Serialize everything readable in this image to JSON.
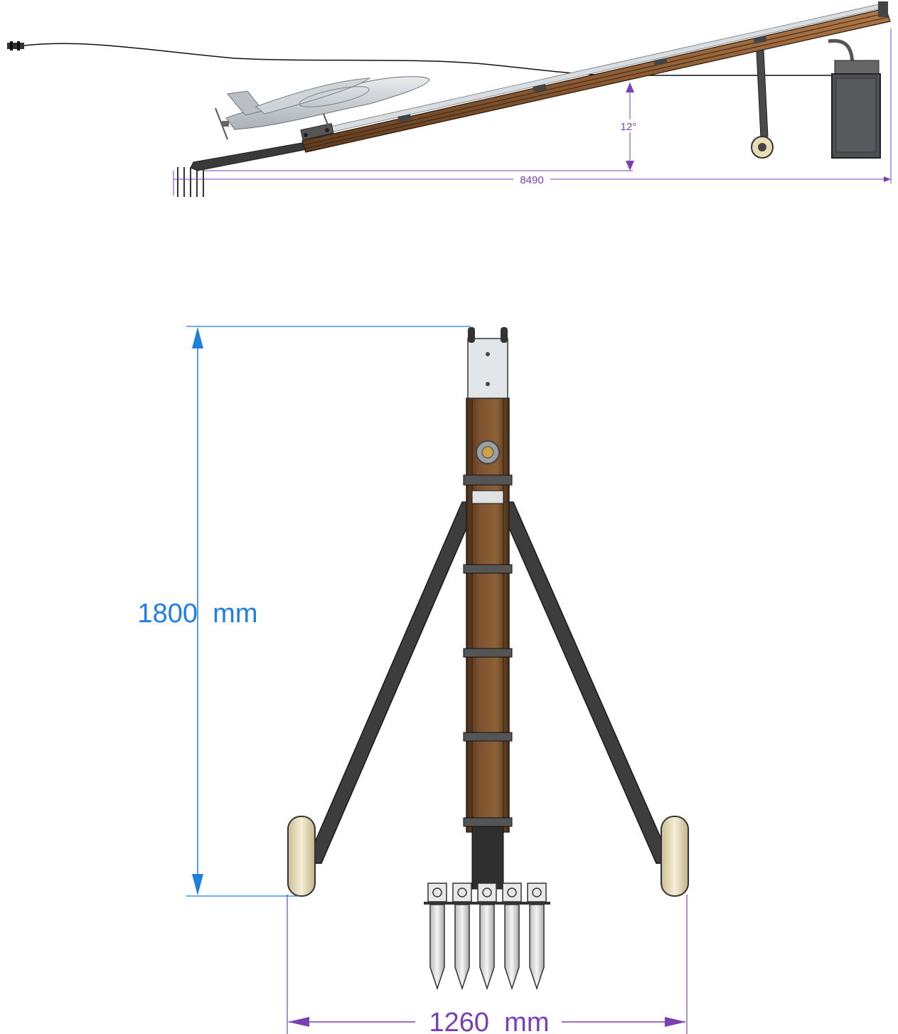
{
  "side_view": {
    "length_label": "8490",
    "angle_label": "12°"
  },
  "top_view": {
    "height_label": "1800  mm",
    "width_label": "1260  mm"
  },
  "colors": {
    "dimension_purple": "#7b3fb5",
    "dimension_blue": "#1f7fe0",
    "rail_wood": "#8b5a33",
    "frame_dark": "#3a3a3a",
    "wheel_cream": "#efe3bf"
  }
}
